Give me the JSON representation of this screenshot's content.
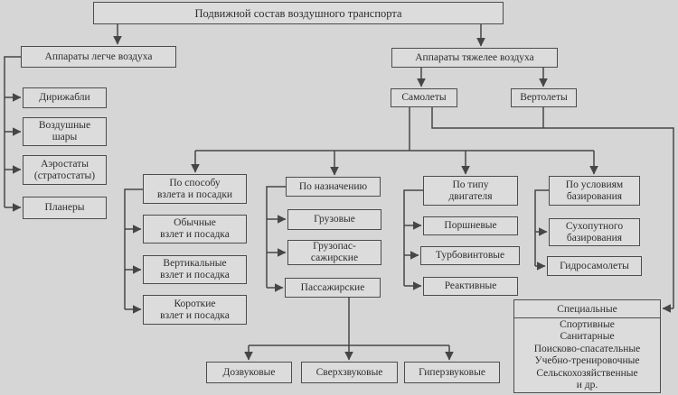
{
  "diagram": {
    "type": "flowchart",
    "language": "ru",
    "colors": {
      "background": "#d6d6d6",
      "box_fill": "#dcdcdc",
      "border": "#4c4c4c",
      "text": "#2d2d2d"
    },
    "nodes": {
      "root": "Подвижной состав воздушного транспорта",
      "lighter_than_air": "Аппараты легче воздуха",
      "dirigibles": "Дирижабли",
      "air_balloons": "Воздушные\nшары",
      "aerostats": "Аэростаты\n(стратостаты)",
      "gliders": "Планеры",
      "heavier_than_air": "Аппараты тяжелее воздуха",
      "airplanes": "Самолеты",
      "helicopters": "Вертолеты",
      "by_takeoff_landing": "По способу\nвзлета и посадки",
      "normal_takeoff": "Обычные\nвзлет и посадка",
      "vertical_takeoff": "Вертикальные\nвзлет и посадка",
      "short_takeoff": "Короткие\nвзлет и посадка",
      "by_purpose": "По назначению",
      "cargo": "Грузовые",
      "cargo_passenger": "Грузопас-\nсажирские",
      "passenger": "Пассажирские",
      "by_engine_type": "По типу\nдвигателя",
      "piston": "Поршневые",
      "turboprop": "Турбовинтовые",
      "jet": "Реактивные",
      "by_basing": "По условиям\nбазирования",
      "land_based": "Сухопутного\nбазирования",
      "seaplanes": "Гидросамолеты",
      "subsonic": "Дозвуковые",
      "supersonic": "Сверхзвуковые",
      "hypersonic": "Гиперзвуковые"
    },
    "special": {
      "header": "Специальные",
      "items": [
        "Спортивные",
        "Санитарные",
        "Поисково-спасательные",
        "Учебно-тренировочные",
        "Сельскохозяйственные",
        "и др."
      ]
    }
  }
}
